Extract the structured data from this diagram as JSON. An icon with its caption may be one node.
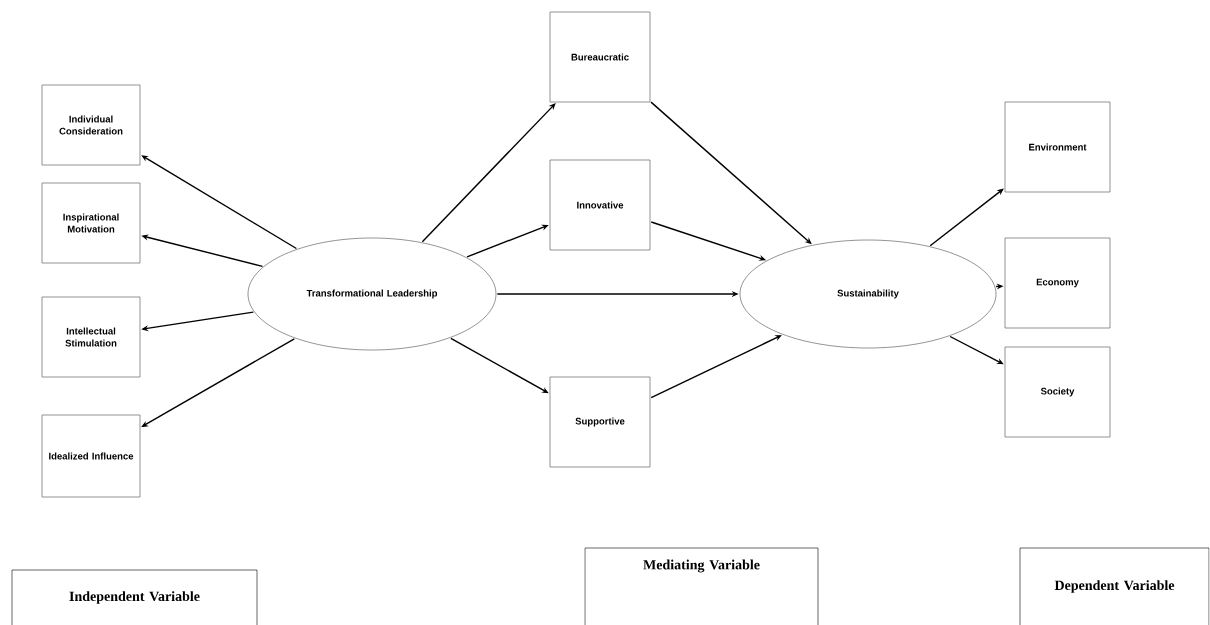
{
  "diagram": {
    "nodes": [
      {
        "text": [
          "Individual Consideration"
        ]
      },
      {
        "text": [
          "Inspirational Motivation"
        ]
      },
      {
        "text": [
          "Intellectual Stimulation"
        ]
      },
      {
        "text": [
          "Idealized Influence"
        ]
      },
      {
        "text": [
          "Transformational Leadership"
        ]
      },
      {
        "text": [
          "Bureaucratic"
        ]
      },
      {
        "text": [
          "Innovative"
        ]
      },
      {
        "text": [
          "Supportive"
        ]
      },
      {
        "text": [
          "Sustainability"
        ]
      },
      {
        "text": [
          "Environment"
        ]
      },
      {
        "text": [
          "Economy"
        ]
      },
      {
        "text": [
          "Society"
        ]
      },
      {
        "text": [
          "Independent Variable"
        ]
      },
      {
        "text": [
          "Mediating Variable"
        ]
      },
      {
        "text": [
          "Dependent Variable"
        ]
      }
    ],
    "edges": [
      {
        "from": 4,
        "to": 0,
        "arrow": "to"
      },
      {
        "from": 4,
        "to": 1,
        "arrow": "to"
      },
      {
        "from": 4,
        "to": 2,
        "arrow": "to"
      },
      {
        "from": 4,
        "to": 3,
        "arrow": "to"
      },
      {
        "from": 4,
        "to": 5,
        "arrow": "to"
      },
      {
        "from": 4,
        "to": 6,
        "arrow": "to"
      },
      {
        "from": 4,
        "to": 8,
        "arrow": "to"
      },
      {
        "from": 4,
        "to": 7,
        "arrow": "to"
      },
      {
        "from": 5,
        "to": 8,
        "arrow": "to"
      },
      {
        "from": 6,
        "to": 8,
        "arrow": "to"
      },
      {
        "from": 7,
        "to": 8,
        "arrow": "to"
      },
      {
        "from": 8,
        "to": 9,
        "arrow": "to"
      },
      {
        "from": 8,
        "to": 10,
        "arrow": "to"
      },
      {
        "from": 8,
        "to": 11,
        "arrow": "to"
      }
    ]
  }
}
